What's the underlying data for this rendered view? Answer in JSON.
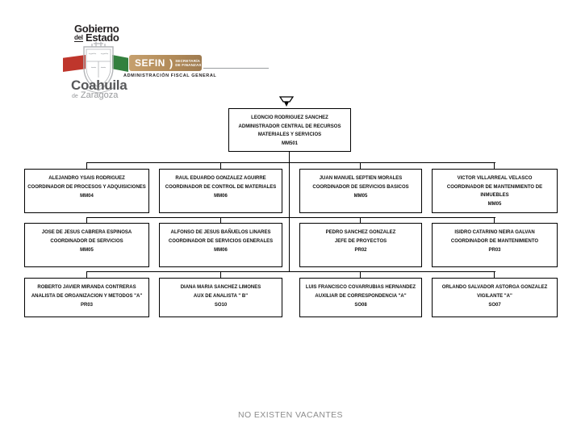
{
  "logo": {
    "gobierno_top": "Gobierno",
    "gobierno_prefix": "del",
    "gobierno_bottom": "Estado",
    "sefin_acronym": "SEFIN",
    "sefin_divider": ")",
    "sefin_secretaria_line1": "SECRETARÍA",
    "sefin_secretaria_line2": "DE FINANZAS",
    "agency": "ADMINISTRACIÓN FISCAL GENERAL",
    "state_name": "Coahuila",
    "state_prefix": "de",
    "state_suffix": "Zaragoza"
  },
  "org": {
    "root": {
      "name": "LEONCIO RODRIGUEZ SANCHEZ",
      "title": "ADMINISTRADOR CENTRAL DE RECURSOS MATERIALES Y SERVICIOS",
      "code": "MM501"
    },
    "rows": [
      {
        "boxes": [
          {
            "name": "ALEJANDRO YSAIS RODRIGUEZ",
            "title": "COORDINADOR DE PROCESOS Y ADQUISICIONES",
            "code": "MM04"
          },
          {
            "name": "RAUL EDUARDO GONZALEZ AGUIRRE",
            "title": "COORDINADOR DE CONTROL DE MATERIALES",
            "code": "MM06"
          },
          {
            "name": "JUAN MANUEL SEPTIEN MORALES",
            "title": "COORDINADOR DE SERVICIOS BASICOS",
            "code": "MM05"
          },
          {
            "name": "VICTOR VILLARREAL VELASCO",
            "title": "COORDINADOR DE MANTENIMIENTO  DE INMUEBLES",
            "code": "MM05"
          }
        ]
      },
      {
        "boxes": [
          {
            "name": "JOSE DE JESUS CABRERA ESPINOSA",
            "title": "COORDINADOR DE SERVICIOS",
            "code": "MM05"
          },
          {
            "name": "ALFONSO DE JESUS BAÑUELOS LINARES",
            "title": "COORDINADOR DE SERVICIOS GENERALES",
            "code": "MM06"
          },
          {
            "name": "PEDRO SANCHEZ GONZALEZ",
            "title": "JEFE DE PROYECTOS",
            "code": "PR02"
          },
          {
            "name": "ISIDRO CATARINO NEIRA GALVAN",
            "title": "COORDINADOR DE MANTENIMIENTO",
            "code": "PR03"
          }
        ]
      },
      {
        "boxes": [
          {
            "name": "ROBERTO JAVIER MIRANDA CONTRERAS",
            "title": "ANALISTA DE ORGANIZACION Y METODOS \"A\"",
            "code": "PR03"
          },
          {
            "name": "DIANA MARIA SANCHEZ LIMONES",
            "title": "AUX DE ANALISTA \" B\"",
            "code": "SO10"
          },
          {
            "name": "LUIS FRANCISCO COVARRUBIAS HERNANDEZ",
            "title": "AUXILIAR DE CORRESPONDENCIA \"A\"",
            "code": "SO08"
          },
          {
            "name": "ORLANDO SALVADOR ASTORGA GONZALEZ",
            "title": "VIGILANTE \"A\"",
            "code": "SO07"
          }
        ]
      }
    ]
  },
  "footer": {
    "note": "NO EXISTEN VACANTES"
  }
}
